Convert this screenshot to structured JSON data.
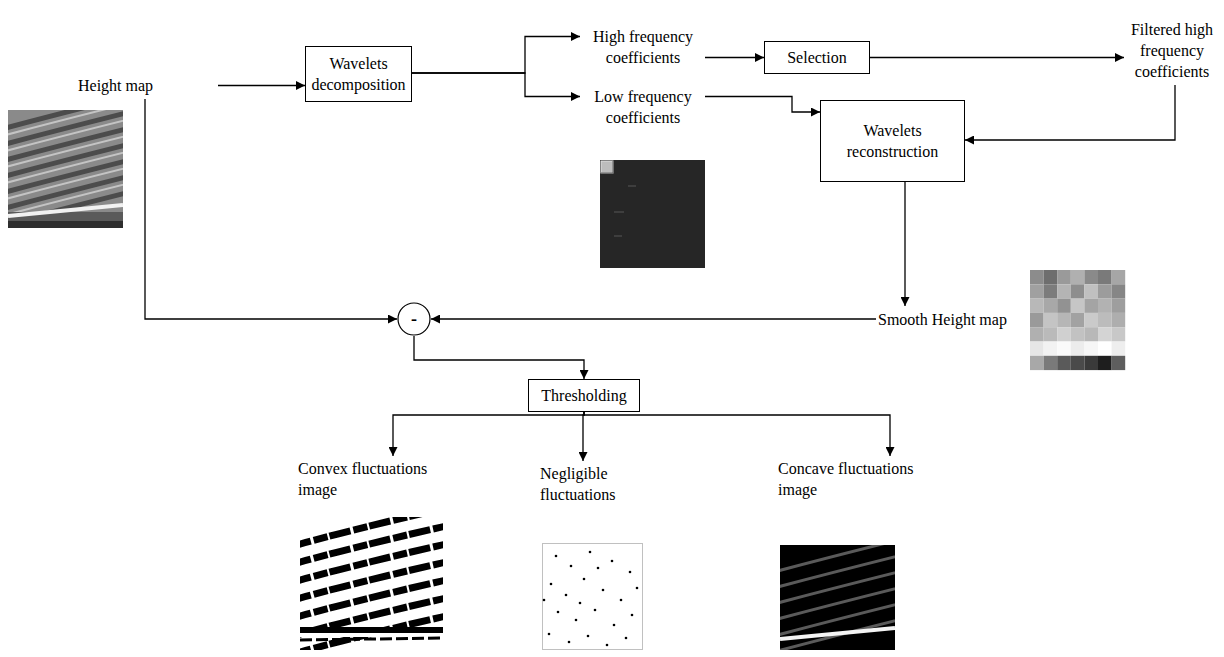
{
  "diagram": {
    "nodes": [
      {
        "text": [
          "Height map"
        ]
      },
      {
        "text": [
          "Wavelets decomposition"
        ]
      },
      {
        "text": [
          "High frequency coefficients"
        ]
      },
      {
        "text": [
          "Low frequency coefficients"
        ]
      },
      {
        "text": [
          "Selection"
        ]
      },
      {
        "text": [
          "Filtered high frequency coefficients"
        ]
      },
      {
        "text": [
          "Wavelets reconstruction"
        ]
      },
      {
        "text": [
          "Smooth Height map"
        ]
      },
      {
        "text": [
          "-"
        ]
      },
      {
        "text": [
          "Thresholding"
        ]
      },
      {
        "text": [
          "Convex fluctuations image"
        ]
      },
      {
        "text": [
          "Negligible fluctuations"
        ]
      },
      {
        "text": [
          "Concave fluctuations image"
        ]
      }
    ],
    "edges": [
      {
        "from": 0,
        "to": 1,
        "arrow": "to"
      },
      {
        "from": 1,
        "to": 2,
        "arrow": "to"
      },
      {
        "from": 1,
        "to": 3,
        "arrow": "to"
      },
      {
        "from": 2,
        "to": 4,
        "arrow": "to"
      },
      {
        "from": 4,
        "to": 5,
        "arrow": "to"
      },
      {
        "from": 3,
        "to": 6,
        "arrow": "to"
      },
      {
        "from": 5,
        "to": 6,
        "arrow": "to"
      },
      {
        "from": 6,
        "to": 7,
        "arrow": "to"
      },
      {
        "from": 7,
        "to": 8,
        "arrow": "to"
      },
      {
        "from": 0,
        "to": 8,
        "arrow": "to"
      },
      {
        "from": 8,
        "to": 9,
        "arrow": "to"
      },
      {
        "from": 9,
        "to": 10,
        "arrow": "to"
      },
      {
        "from": 9,
        "to": 11,
        "arrow": "to"
      },
      {
        "from": 9,
        "to": 12,
        "arrow": "to"
      }
    ]
  }
}
